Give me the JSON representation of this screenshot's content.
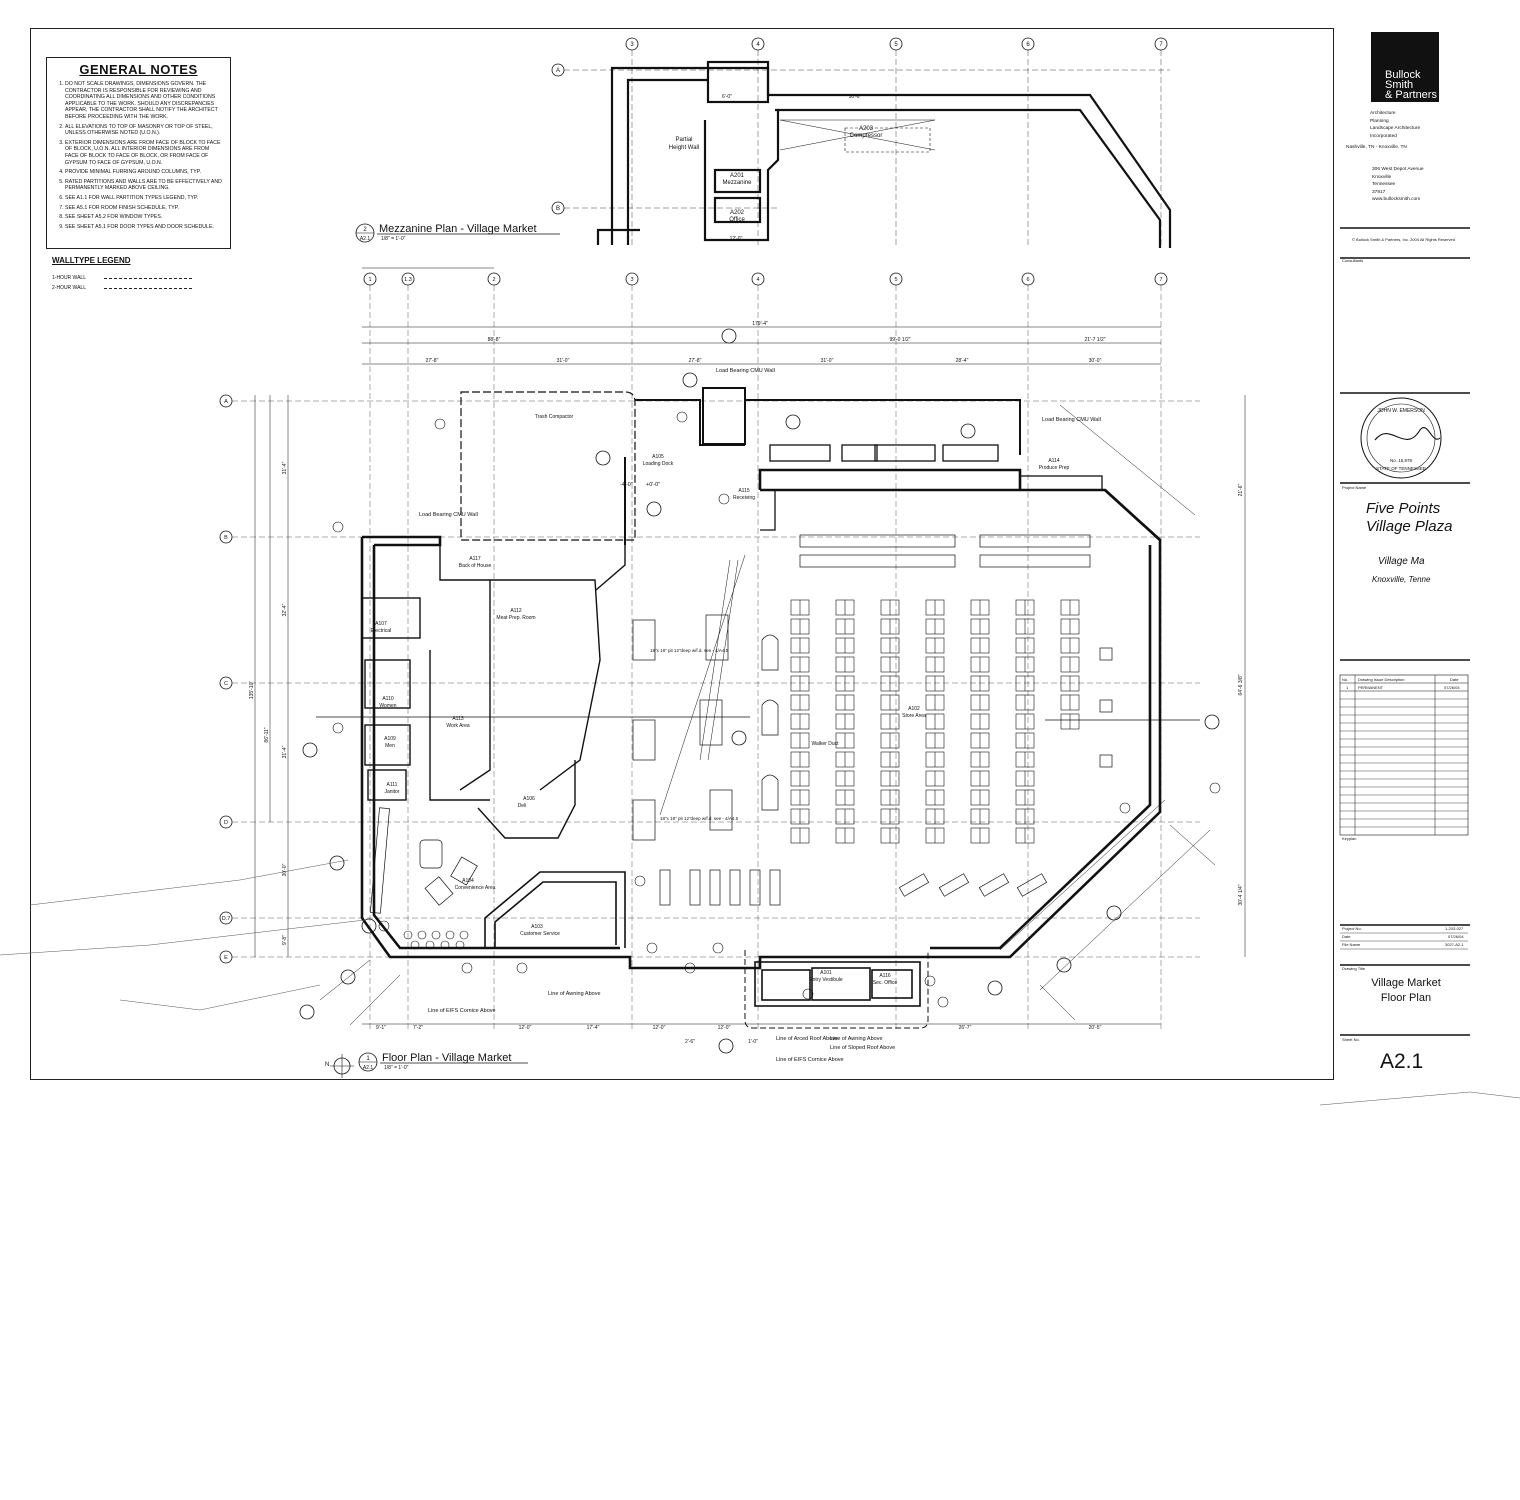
{
  "general_notes": {
    "title": "GENERAL NOTES",
    "items": [
      "DO NOT SCALE DRAWINGS, DIMENSIONS GOVERN. THE CONTRACTOR IS RESPONSIBLE FOR REVIEWING AND COORDINATING ALL DIMENSIONS AND OTHER CONDITIONS APPLICABLE TO THE WORK. SHOULD ANY DISCREPANCIES APPEAR, THE CONTRACTOR SHALL NOTIFY THE ARCHITECT BEFORE PROCEEDING WITH THE WORK.",
      "ALL ELEVATIONS TO TOP OF MASONRY OR TOP OF STEEL, UNLESS OTHERWISE NOTED (U.O.N.).",
      "EXTERIOR DIMENSIONS ARE FROM FACE OF BLOCK TO FACE OF BLOCK, U.O.N. ALL INTERIOR DIMENSIONS ARE FROM FACE OF BLOCK TO FACE OF BLOCK, OR FROM FACE OF GYPSUM TO FACE OF GYPSUM, U.O.N.",
      "PROVIDE MINIMAL FURRING AROUND COLUMNS, TYP.",
      "RATED PARTITIONS AND WALLS ARE TO BE EFFECTIVELY AND PERMANENTLY MARKED ABOVE CEILING.",
      "SEE A1.1 FOR WALL PARTITION TYPES LEGEND, TYP.",
      "SEE A5.1 FOR ROOM FINISH SCHEDULE, TYP.",
      "SEE SHEET A5.2 FOR WINDOW TYPES.",
      "SEE SHEET A5.1 FOR DOOR TYPES AND DOOR SCHEDULE."
    ]
  },
  "legend": {
    "title": "WALLTYPE LEGEND",
    "one_hour": "1-HOUR WALL",
    "two_hour": "2-HOUR WALL"
  },
  "mezzanine": {
    "title": "Mezzanine Plan - Village Market",
    "ref_num": "2",
    "ref_sheet": "A2.1",
    "scale": "1/8\" = 1'-0\"",
    "labels": {
      "partial": "Partial",
      "height_wall": "Height Wall",
      "a201": "A201",
      "mezzanine": "Mezzanine",
      "a202": "A202",
      "office": "Office",
      "a203": "A203",
      "compressor": "Compressor",
      "dim_6": "6'-0\"",
      "dim_30": "30'-6\"",
      "dim_12": "12'-0\""
    }
  },
  "floor_plan": {
    "title": "Floor Plan - Village Market",
    "ref_num": "1",
    "ref_sheet": "A2.1",
    "scale": "1/8\" = 1'-0\"",
    "north": "N",
    "rooms": {
      "trash": "Trash Compactor",
      "a105": "A105",
      "loading": "Loading Dock",
      "a115": "A115",
      "receiving": "Receiving",
      "a114": "A114",
      "produce": "Produce Prep",
      "a117": "A117",
      "back_of_house": "Back of House",
      "a107": "A107",
      "electrical": "Electrical",
      "a112": "A112",
      "meat_prep": "Meat Prep. Room",
      "a110": "A110",
      "women": "Women",
      "a113": "A113",
      "work_area": "Work Area",
      "a109": "A109",
      "men": "Men",
      "a111": "A111",
      "janitor": "Janitor",
      "a106": "A106",
      "deli": "Deli",
      "a104": "A104",
      "convenience": "Convenience Area",
      "a103": "A103",
      "customer_service": "Customer Service",
      "a101": "A101",
      "entry": "Entry Vestibule",
      "a116": "A116",
      "sec_office": "Sec. Office",
      "a102": "A102",
      "store_area": "Store Area"
    },
    "notes": {
      "load_bearing_1": "Load Bearing CMU Wall",
      "load_bearing_2": "Load Bearing CMU Wall",
      "load_bearing_3": "Load Bearing CMU Wall",
      "awning": "Line of Awning Above",
      "eifs_1": "Line of EIFS Cornice Above",
      "arced": "Line of Arced Roof Above",
      "eifs_2": "Line of EIFS Cornice Above",
      "awning_2": "Line of Awning Above",
      "sloped": "Line of Sloped Roof Above",
      "walkerduct": "Walker Duct",
      "pit1": "18\"x 18\" pit 12\"deep w/f.d. see - 4/A4.5",
      "pit2": "18\"x 18\" pit 12\"deep w/f.d. see - 4/A4.5",
      "elev_a": "-4'-0\"",
      "elev_b": "+0'-0\""
    },
    "dims_top": [
      "27'-8\"",
      "31'-0\"",
      "27'-8\"",
      "31'-0\"",
      "28'-4\"",
      "30'-0\""
    ],
    "dim_overall": "179'-4\"",
    "dim_sub1": "88'-8\"",
    "dim_sub2": "99'-0 1/2\"",
    "dim_sub3": "21'-7 1/2\"",
    "dims_bottom": [
      "9'-1\"",
      "7'-2\"",
      "12'-0\"",
      "17'-4\"",
      "12'-0\"",
      "12'-0\"",
      "2'-6\"",
      "1'-0\"",
      "26'-7\"",
      "20'-5\""
    ],
    "dims_left": [
      "31'-4\"",
      "32'-4\"",
      "31'-4\"",
      "30'-0\"",
      "9'-8\""
    ],
    "dim_left_total": "135'-10\"",
    "dim_left_sub": "86'-11\"",
    "dims_right": [
      "21'-6\"",
      "64'-6 3/8\"",
      "30'-4 1/4\""
    ],
    "gridcols": [
      "1",
      "1.3",
      "2",
      "3",
      "4",
      "5",
      "6",
      "7"
    ],
    "gridrows": [
      "A",
      "B",
      "C",
      "D",
      "D.7",
      "E"
    ]
  },
  "title_block": {
    "firm_name": [
      "Bullock",
      "Smith",
      "& Partners"
    ],
    "disciplines": [
      "Architecture",
      "Planning",
      "Landscape Architecture",
      "Incorporated"
    ],
    "location_line": "Nashville, TN  -  Knoxville, TN",
    "address": [
      "306 West Depot Avenue",
      "Knoxville",
      "Tennessee",
      "37917",
      "www.bullocksmith.com"
    ],
    "copyright": "© Bullock Smith & Partners, Inc. 2004 All Rights Reserved",
    "consultants": "Consultants",
    "project_name_label": "Project Name",
    "project_name": [
      "Five Points",
      "Village Plaza"
    ],
    "project_sub": "Village Ma",
    "project_city": "Knoxville, Tenne",
    "issue_header": {
      "no": "No.",
      "desc": "Drawing Issue Description",
      "date": "Date"
    },
    "issue_row": {
      "no": "1",
      "desc": "PERMANENT",
      "date": "07/26/04"
    },
    "keyplan": "Keyplan",
    "project_no_label": "Project No.",
    "project_no": "1-203-027",
    "date_label": "Date",
    "date": "07/26/04",
    "file_label": "File Name",
    "file": "3027-A2-1",
    "drawing_title_label": "Drawing Title",
    "drawing_title": [
      "Village Market",
      "Floor Plan"
    ],
    "sheet_no_label": "Sheet No.",
    "sheet_no": "A2.1",
    "seal_name": "JOHN W. EMERSON",
    "seal_state": "STATE OF TENNESSEE",
    "seal_no": "No. 15,978"
  }
}
